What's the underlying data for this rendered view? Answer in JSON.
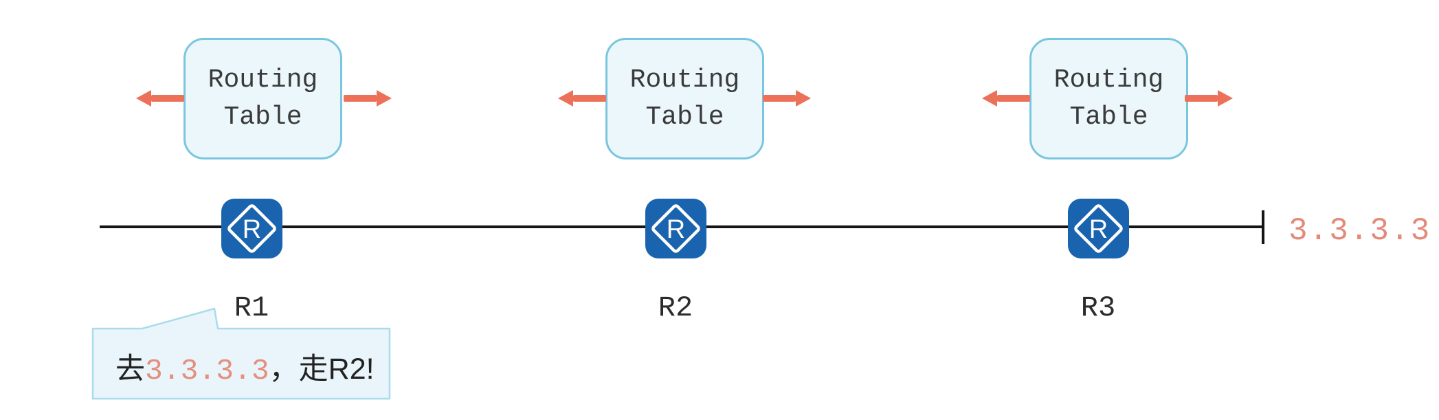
{
  "diagram": {
    "routing_box": {
      "line1": "Routing",
      "line2": "Table"
    },
    "routers": [
      {
        "name": "R1",
        "icon_letter": "R"
      },
      {
        "name": "R2",
        "icon_letter": "R"
      },
      {
        "name": "R3",
        "icon_letter": "R"
      }
    ],
    "link": {
      "end_label": "3.3.3.3"
    },
    "callout": {
      "prefix": "去",
      "ip": "3.3.3.3",
      "suffix": "，走R2!"
    },
    "colors": {
      "router_blue": "#1a63ae",
      "arrow_salmon": "#ec7158",
      "ip_salmon": "#e48a7a",
      "box_border": "#79c6df",
      "box_fill": "#ecf7fb",
      "bubble_border": "#a9dcec",
      "bubble_fill": "#e9f5fa",
      "line_black": "#151515"
    }
  }
}
